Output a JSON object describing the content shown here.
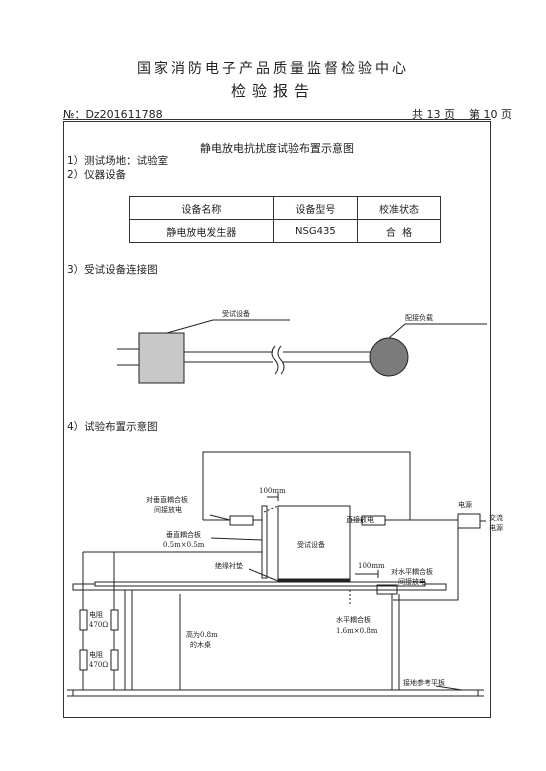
{
  "header": {
    "org": "国家消防电子产品质量监督检验中心",
    "doc_type": "检验报告",
    "report_no": "№：Dz201611788",
    "page_info": "共 13 页    第 10 页"
  },
  "section_title": "静电放电抗扰度试验布置示意图",
  "item1": "1）测试场地：试验室",
  "item2": "2）仪器设备",
  "equipment_table": {
    "headers": [
      "设备名称",
      "设备型号",
      "校准状态"
    ],
    "rows": [
      [
        "静电放电发生器",
        "NSG435",
        "合  格"
      ]
    ]
  },
  "item3": "3）受试设备连接图",
  "conn_diagram": {
    "eut": "受试设备",
    "load": "配接负载"
  },
  "item4": "4）试验布置示意图",
  "layout_diagram": {
    "vcp_indirect_1": "对垂直耦合板",
    "vcp_indirect_2": "间接放电",
    "dist_100mm_a": "100mm",
    "power_source": "电源",
    "ac_1": "交流",
    "ac_2": "电源",
    "vcp_1": "垂直耦合板",
    "vcp_2": "0.5m×0.5m",
    "eut": "受试设备",
    "direct": "直接放电",
    "dist_100mm_b": "100mm",
    "insulation": "绝缘衬垫",
    "hcp_indirect_1": "对水平耦合板",
    "hcp_indirect_2": "间接放电",
    "res1_1": "电阻",
    "res1_2": "470Ω",
    "res2_1": "电阻",
    "res2_2": "470Ω",
    "table_1": "高为0.8m",
    "table_2": "的木桌",
    "hcp_1": "水平耦合板",
    "hcp_2": "1.6m×0.8m",
    "ground": "接地参考平板"
  }
}
